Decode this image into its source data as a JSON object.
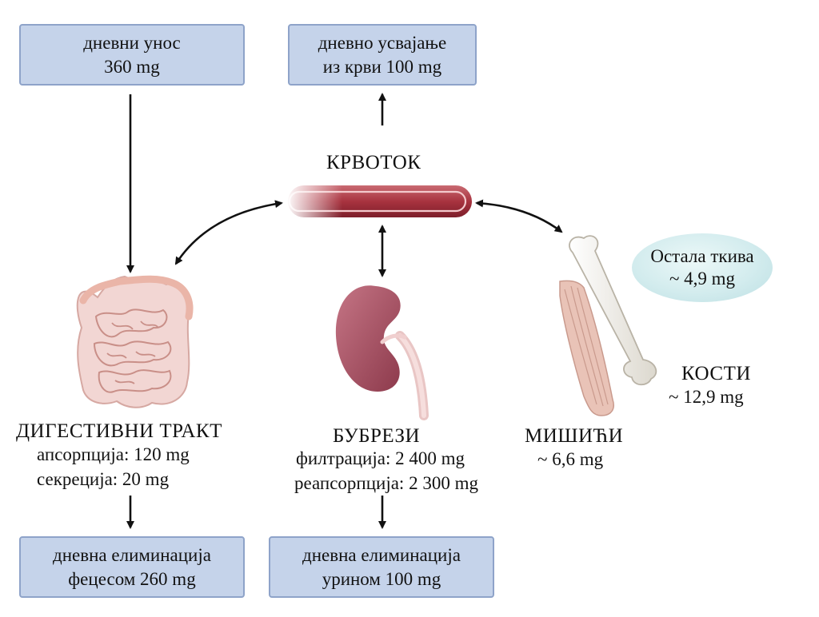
{
  "boxes": {
    "intake": {
      "line1": "дневни унос",
      "line2": "360 mg"
    },
    "uptake": {
      "line1": "дневно усвајање",
      "line2": "из крви 100 mg"
    },
    "feces": {
      "line1": "дневна елиминација",
      "line2": "фецесом 260 mg"
    },
    "urine": {
      "line1": "дневна елиминација",
      "line2": "урином 100 mg"
    }
  },
  "bloodstream": {
    "title": "КРВОТОК"
  },
  "digestive": {
    "title": "ДИГЕСТИВНИ ТРАКТ",
    "absorption": "апсорпција: 120 mg",
    "secretion": "секреција: 20 mg"
  },
  "kidneys": {
    "title": "БУБРЕЗИ",
    "filtration": "филтрација: 2 400 mg",
    "reabsorption": "реапсорпција: 2 300 mg"
  },
  "muscles": {
    "title": "МИШИЋИ",
    "amount": "~ 6,6 mg"
  },
  "bones": {
    "title": "КОСТИ",
    "amount": "~ 12,9 mg"
  },
  "other_tissues": {
    "title": "Остала ткива",
    "amount": "~ 4,9 mg"
  },
  "colors": {
    "box_fill": "#c5d3ea",
    "vessel": "#a8333f",
    "kidney": "#a24a5c",
    "intestine": "#f2d6d3",
    "muscle": "#e9c3b7",
    "bone": "#f4f1ea",
    "tissue_ellipse": "#d3ecee"
  }
}
